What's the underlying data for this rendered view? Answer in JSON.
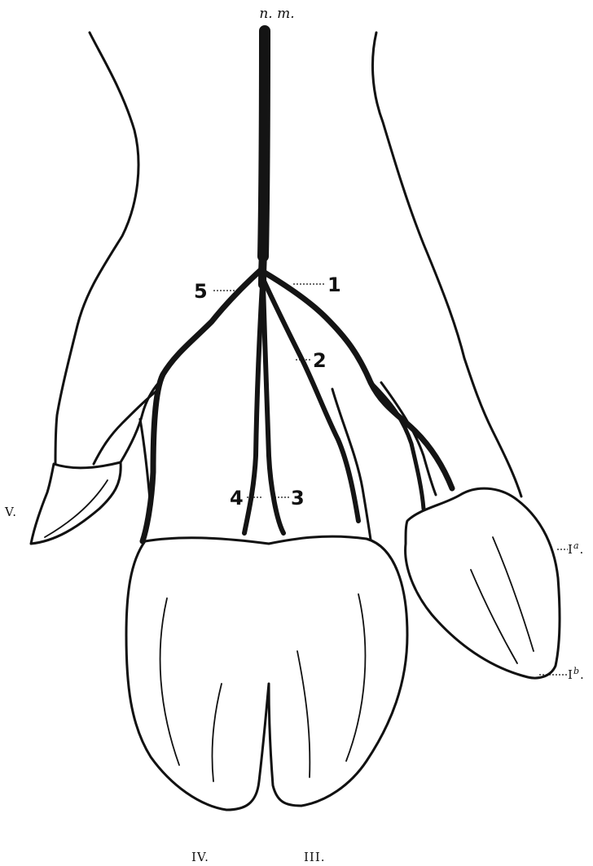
{
  "figure": {
    "nerve_label": "n. m.",
    "branch_labels": {
      "b1": "1",
      "b2": "2",
      "b3": "3",
      "b4": "4",
      "b5": "5"
    },
    "digit_labels": {
      "v": "V.",
      "iv": "IV.",
      "iii": "III.",
      "ia_prefix": "I",
      "ia_sup": "a",
      "ia_suffix": ".",
      "ib_prefix": "I",
      "ib_sup": "b",
      "ib_suffix": "."
    },
    "colors": {
      "ink": "#111111",
      "background": "#ffffff"
    }
  }
}
